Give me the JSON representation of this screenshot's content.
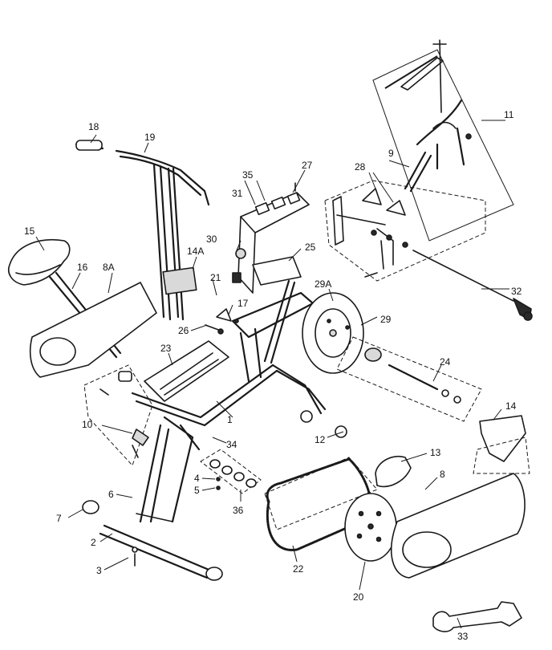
{
  "callouts": {
    "c1": "1",
    "c2": "2",
    "c3": "3",
    "c4": "4",
    "c5": "5",
    "c6": "6",
    "c7": "7",
    "c8": "8",
    "c8a": "8A",
    "c9": "9",
    "c10": "10",
    "c11": "11",
    "c12": "12",
    "c13": "13",
    "c14": "14",
    "c14a": "14A",
    "c15": "15",
    "c16": "16",
    "c17": "17",
    "c18": "18",
    "c19": "19",
    "c20": "20",
    "c21": "21",
    "c22": "22",
    "c23": "23",
    "c24": "24",
    "c25": "25",
    "c26": "26",
    "c27": "27",
    "c28": "28",
    "c29": "29",
    "c29a": "29A",
    "c30": "30",
    "c31": "31",
    "c32": "32",
    "c33": "33",
    "c34": "34",
    "c35": "35",
    "c36": "36"
  }
}
